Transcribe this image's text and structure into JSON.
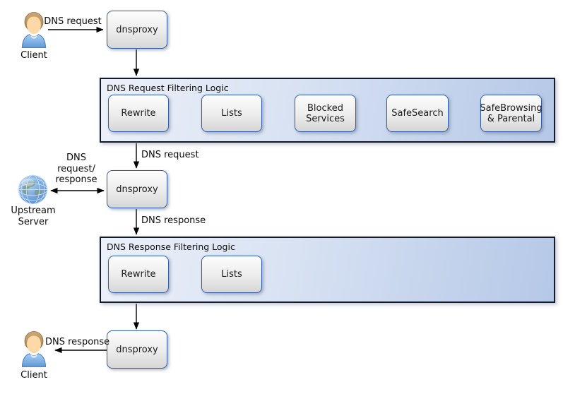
{
  "actors": {
    "client_top": {
      "label": "Client",
      "icon": "person-icon"
    },
    "upstream_server": {
      "label": "Upstream\nServer",
      "icon": "globe-icon"
    },
    "client_bottom": {
      "label": "Client",
      "icon": "person-icon"
    }
  },
  "proxy_nodes": {
    "top": {
      "label": "dnsproxy"
    },
    "middle": {
      "label": "dnsproxy"
    },
    "bottom": {
      "label": "dnsproxy"
    }
  },
  "request_filtering": {
    "title": "DNS Request Filtering Logic",
    "steps": [
      {
        "label": "Rewrite"
      },
      {
        "label": "Lists"
      },
      {
        "label": "Blocked\nServices"
      },
      {
        "label": "SafeSearch"
      },
      {
        "label": "SafeBrowsing\n& Parental"
      }
    ]
  },
  "response_filtering": {
    "title": "DNS Response Filtering Logic",
    "steps": [
      {
        "label": "Rewrite"
      },
      {
        "label": "Lists"
      }
    ]
  },
  "edge_labels": {
    "client_request": "DNS request",
    "filtered_request": "DNS request",
    "upstream_exchange": "DNS\nrequest/\nresponse",
    "proxy_response": "DNS response",
    "client_response": "DNS response"
  },
  "palette": {
    "container_fill_left": "#ecf0f9",
    "container_fill_right": "#b5c8e7",
    "container_border": "#131a2c",
    "node_border": "#2e5ca8",
    "node_fill_top": "#fdfdfd",
    "node_fill_bottom": "#d6d6d6",
    "arrow": "#000000"
  }
}
